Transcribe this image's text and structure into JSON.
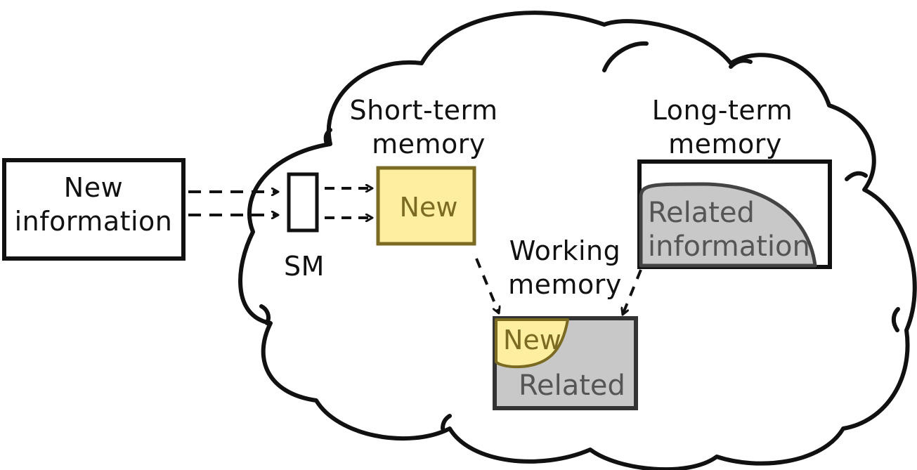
{
  "diagram": {
    "title": "Memory model: sensory, short-term, working and long-term memory",
    "nodes": {
      "new_information": {
        "line1": "New",
        "line2": "information"
      },
      "sensory_memory": {
        "label": "SM"
      },
      "short_term_memory": {
        "label_line1": "Short-term",
        "label_line2": "memory",
        "content": "New"
      },
      "long_term_memory": {
        "label_line1": "Long-term",
        "label_line2": "memory",
        "content_line1": "Related",
        "content_line2": "information"
      },
      "working_memory": {
        "label_line1": "Working",
        "label_line2": "memory",
        "content_new": "New",
        "content_related": "Related"
      }
    },
    "edges": [
      {
        "from": "new_information",
        "to": "sensory_memory",
        "style": "dashed",
        "count": 2
      },
      {
        "from": "sensory_memory",
        "to": "short_term_memory",
        "style": "dashed",
        "count": 2
      },
      {
        "from": "short_term_memory",
        "to": "working_memory",
        "style": "dashed",
        "count": 1
      },
      {
        "from": "long_term_memory",
        "to": "working_memory",
        "style": "dashed",
        "count": 1
      }
    ],
    "colors": {
      "stroke": "#111111",
      "new_fill": "#fcef9f",
      "new_stroke": "#7a6a22",
      "related_fill": "#c8c8c8",
      "related_stroke": "#444444",
      "background": "#ffffff"
    }
  }
}
